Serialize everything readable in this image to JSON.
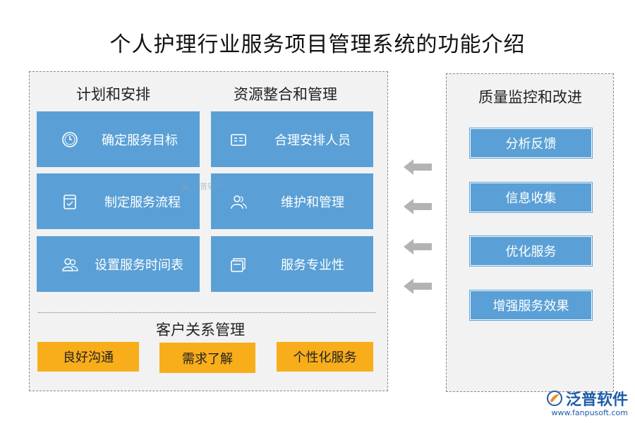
{
  "title": "个人护理行业服务项目管理系统的功能介绍",
  "left": {
    "plan_heading": "计划和安排",
    "resource_heading": "资源整合和管理",
    "plan_items": [
      {
        "label": "确定服务目标",
        "icon": "clock-icon"
      },
      {
        "label": "制定服务流程",
        "icon": "clipboard-icon"
      },
      {
        "label": "设置服务时间表",
        "icon": "users-icon"
      }
    ],
    "resource_items": [
      {
        "label": "合理安排人员",
        "icon": "schedule-board-icon"
      },
      {
        "label": "维护和管理",
        "icon": "people-icon"
      },
      {
        "label": "服务专业性",
        "icon": "stacked-cards-icon"
      }
    ],
    "crm_heading": "客户关系管理",
    "crm_items": [
      "良好沟通",
      "需求了解",
      "个性化服务"
    ]
  },
  "right": {
    "heading": "质量监控和改进",
    "items": [
      "分析反馈",
      "信息收集",
      "优化服务",
      "增强服务效果"
    ]
  },
  "watermark": "泛普软件",
  "logo": {
    "name": "泛普软件",
    "url": "www.fanpusoft.com"
  },
  "colors": {
    "tile_blue": "#5aa0d6",
    "orange": "#f8ad1a",
    "arrow_gray": "#b3b3b3",
    "panel_bg": "#f2f2f2"
  }
}
